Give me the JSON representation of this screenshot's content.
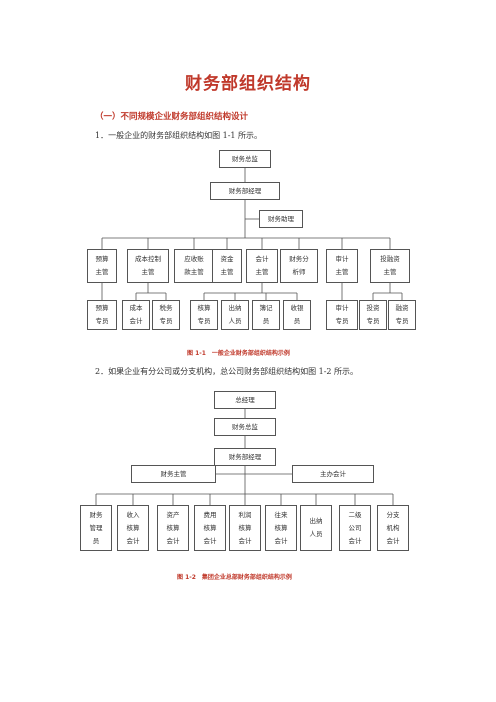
{
  "title": "财务部组织结构",
  "section_heading": "（一）不同规模企业财务部组织结构设计",
  "para1": "1．一般企业的财务部组织结构如图 1-1 所示。",
  "para2": "2．如果企业有分公司或分支机构，总公司财务部组织结构如图 1-2 所示。",
  "chart1": {
    "caption": "图 1-1　一般企业财务部组织结构示例",
    "top": [
      "财务总监",
      "财务部经理",
      "财务助理"
    ],
    "level2": [
      "预算\n主管",
      "成本控制\n主管",
      "应收账\n款主管",
      "资金\n主管",
      "会计\n主管",
      "财务分\n析师",
      "审计\n主管",
      "投融资\n主管"
    ],
    "level3": [
      "预算\n专员",
      "成本\n会计",
      "税务\n专员",
      "核算\n专员",
      "出纳\n人员",
      "簿记\n员",
      "收银\n员",
      "审计\n专员",
      "投资\n专员",
      "融资\n专员"
    ]
  },
  "chart2": {
    "caption": "图 1-2　集团企业总部财务部组织结构示例",
    "top": [
      "总经理",
      "财务总监",
      "财务部经理"
    ],
    "managers": [
      "财务主管",
      "主办会计"
    ],
    "level3": [
      "财务\n管理\n员",
      "收入\n核算\n会计",
      "资产\n核算\n会计",
      "费用\n核算\n会计",
      "利润\n核算\n会计",
      "往来\n核算\n会计",
      "出纳\n人员",
      "二级\n公司\n会计",
      "分支\n机构\n会计"
    ]
  }
}
